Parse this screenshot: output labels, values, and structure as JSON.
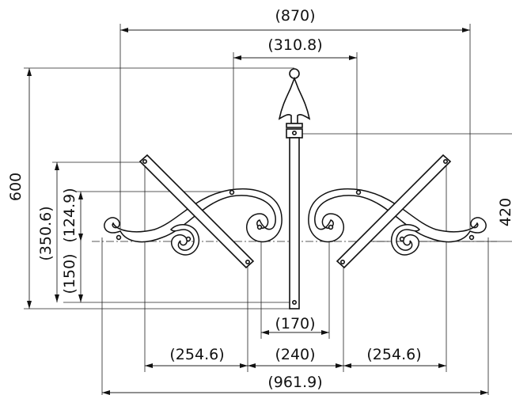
{
  "dimensions": {
    "overall_width": "(870)",
    "top_span": "(310.8)",
    "height_total": "600",
    "height_350": "(350.6)",
    "height_124": "(124.9)",
    "height_150": "(150)",
    "right_height": "420",
    "post_base": "(170)",
    "left_arm": "(254.6)",
    "center_span": "(240)",
    "right_arm": "(254.6)",
    "bottom_total": "(961.9)"
  }
}
